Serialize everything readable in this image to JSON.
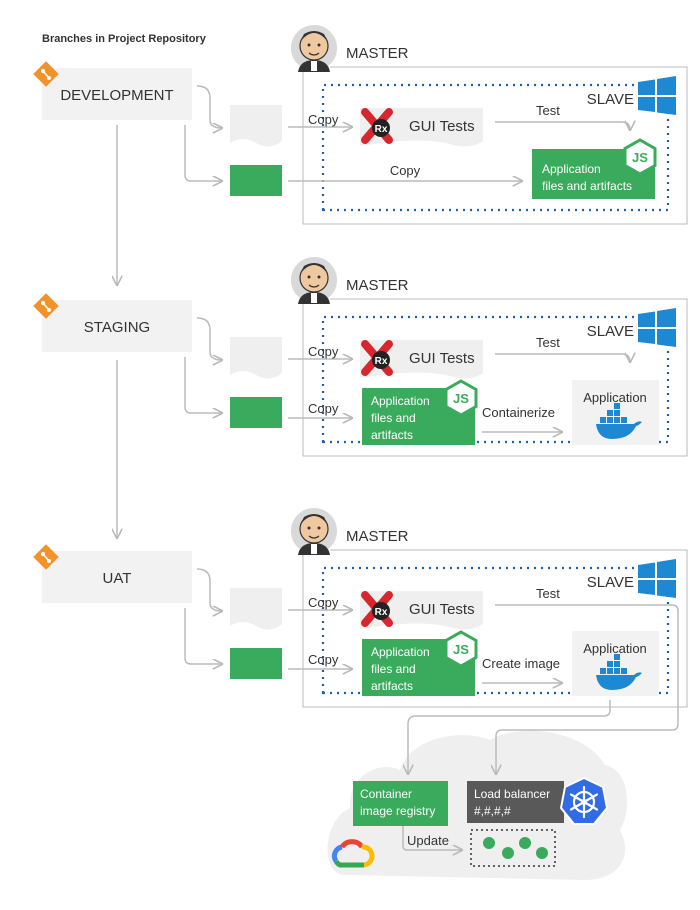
{
  "heading": "Branches in Project Repository",
  "colors": {
    "green": "#3aaa5c",
    "orange": "#f0932b",
    "gray_box": "#f2f2f2",
    "dotted": "#1f5fa8",
    "arrow": "#bbbbbb",
    "text": "#333333",
    "dark_box": "#555555",
    "k8s_blue": "#326ce5",
    "windows_blue": "#1e88d2"
  },
  "labels": {
    "master": "MASTER",
    "slave": "SLAVE",
    "copy": "Copy",
    "test": "Test",
    "gui_tests": "GUI Tests",
    "rx": "Rx",
    "application": "Application",
    "containerize": "Containerize",
    "create_image": "Create image",
    "update": "Update",
    "js": "JS"
  },
  "sections": [
    {
      "branch": "DEVELOPMENT",
      "artifacts_lines": [
        "Application",
        "files and artifacts"
      ]
    },
    {
      "branch": "STAGING",
      "artifacts_lines": [
        "Application",
        "files and",
        "artifacts"
      ]
    },
    {
      "branch": "UAT",
      "artifacts_lines": [
        "Application",
        "files and",
        "artifacts"
      ]
    }
  ],
  "cloud": {
    "registry_lines": [
      "Container",
      "image registry"
    ],
    "lb_lines": [
      "Load balancer",
      "#,#,#,#"
    ]
  }
}
